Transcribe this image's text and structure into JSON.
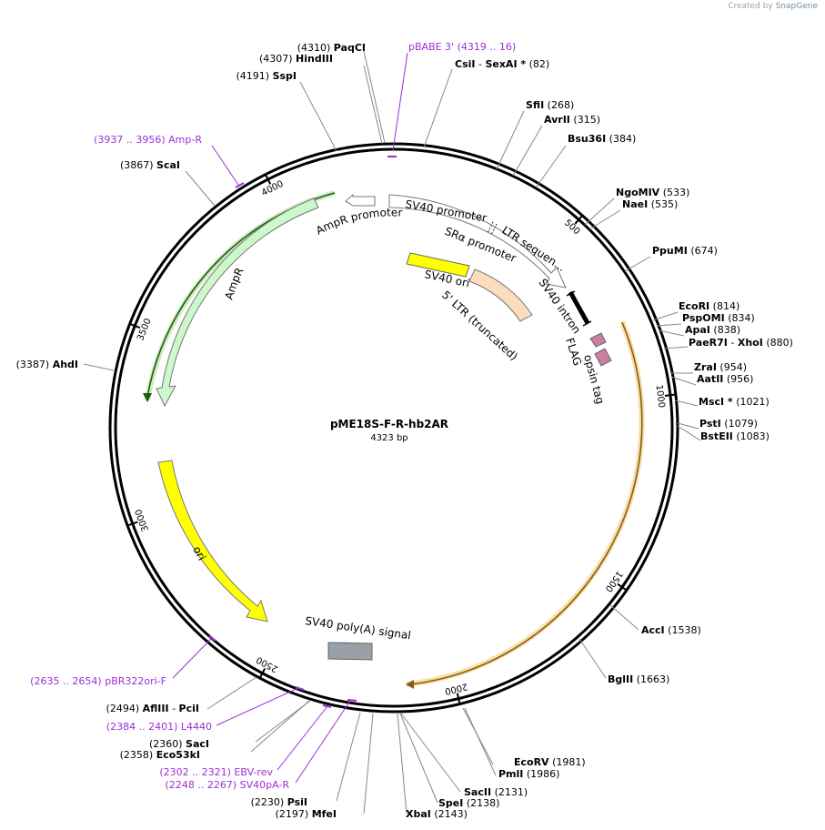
{
  "credit": {
    "prefix": "Created by",
    "brand": "SnapGene"
  },
  "plasmid": {
    "name": "pME18S-F-R-hb2AR",
    "length_label": "4323 bp",
    "length": 4323
  },
  "colors": {
    "primer": "#9b2fd6",
    "ampr": "#ccf8cc",
    "ori": "#ffff00",
    "ltr": "#fbdcbe",
    "polyA": "#99a0a8",
    "orange_feature": "#d98c1a",
    "green_feature": "#3a7a12",
    "tag": "#c87fa0"
  },
  "ticks": [
    {
      "label": "500",
      "pos": 500
    },
    {
      "label": "1000",
      "pos": 1000
    },
    {
      "label": "1500",
      "pos": 1500
    },
    {
      "label": "2000",
      "pos": 2000
    },
    {
      "label": "2500",
      "pos": 2500
    },
    {
      "label": "3000",
      "pos": 3000
    },
    {
      "label": "3500",
      "pos": 3500
    },
    {
      "label": "4000",
      "pos": 4000
    }
  ],
  "sites": [
    {
      "name": "PaqCI",
      "position": "(4310)",
      "layout": "posleft"
    },
    {
      "name": "HindIII",
      "position": "(4307)",
      "layout": "posleft"
    },
    {
      "name": "SspI",
      "position": "(4191)",
      "layout": "posleft"
    },
    {
      "name": "ScaI",
      "position": "(3867)",
      "layout": "posleft"
    },
    {
      "name": "AhdI",
      "position": "(3387)",
      "layout": "posleft"
    },
    {
      "name": "CsiI",
      "name2": "SexAI *",
      "position": "(82)",
      "layout": "pair"
    },
    {
      "name": "SfiI",
      "position": "(268)",
      "layout": "posright"
    },
    {
      "name": "AvrII",
      "position": "(315)",
      "layout": "posright"
    },
    {
      "name": "Bsu36I",
      "position": "(384)",
      "layout": "posright"
    },
    {
      "name": "NgoMIV",
      "position": "(533)",
      "layout": "posright"
    },
    {
      "name": "NaeI",
      "position": "(535)",
      "layout": "posright"
    },
    {
      "name": "PpuMI",
      "position": "(674)",
      "layout": "posright"
    },
    {
      "name": "EcoRI",
      "position": "(814)",
      "layout": "posright"
    },
    {
      "name": "PspOMI",
      "position": "(834)",
      "layout": "posright"
    },
    {
      "name": "ApaI",
      "position": "(838)",
      "layout": "posright"
    },
    {
      "name": "PaeR7I",
      "name2": "XhoI",
      "position": "(880)",
      "layout": "pair"
    },
    {
      "name": "ZraI",
      "position": "(954)",
      "layout": "posright"
    },
    {
      "name": "AatII",
      "position": "(956)",
      "layout": "posright"
    },
    {
      "name": "MscI *",
      "position": "(1021)",
      "layout": "posright"
    },
    {
      "name": "PstI",
      "position": "(1079)",
      "layout": "posright"
    },
    {
      "name": "BstEII",
      "position": "(1083)",
      "layout": "posright"
    },
    {
      "name": "AccI",
      "position": "(1538)",
      "layout": "posright"
    },
    {
      "name": "BglII",
      "position": "(1663)",
      "layout": "posright"
    },
    {
      "name": "EcoRV",
      "position": "(1981)",
      "layout": "posright"
    },
    {
      "name": "PmlI",
      "position": "(1986)",
      "layout": "posright"
    },
    {
      "name": "SacII",
      "position": "(2131)",
      "layout": "posright"
    },
    {
      "name": "SpeI",
      "position": "(2138)",
      "layout": "posright"
    },
    {
      "name": "XbaI",
      "position": "(2143)",
      "layout": "posright"
    },
    {
      "name": "MfeI",
      "position": "(2197)",
      "layout": "posleft"
    },
    {
      "name": "PsiI",
      "position": "(2230)",
      "layout": "posleft"
    },
    {
      "name": "Eco53kI",
      "position": "(2358)",
      "layout": "posleft"
    },
    {
      "name": "SacI",
      "position": "(2360)",
      "layout": "posleft"
    },
    {
      "name": "AflIII",
      "name2": "PciI",
      "position": "(2494)",
      "layout": "pairleft"
    }
  ],
  "primers": [
    {
      "name": "pBABE 3'",
      "position": "(4319 .. 16)"
    },
    {
      "name": "Amp-R",
      "position": "(3937 .. 3956)"
    },
    {
      "name": "pBR322ori-F",
      "position": "(2635 .. 2654)"
    },
    {
      "name": "L4440",
      "position": "(2384 .. 2401)"
    },
    {
      "name": "EBV-rev",
      "position": "(2302 .. 2321)"
    },
    {
      "name": "SV40pA-R",
      "position": "(2248 .. 2267)"
    }
  ],
  "features": [
    {
      "name": "AmpR"
    },
    {
      "name": "AmpR promoter"
    },
    {
      "name": "ori"
    },
    {
      "name": "SV40 poly(A) signal"
    },
    {
      "name": "SV40 promoter"
    },
    {
      "name": "LTR sequen..."
    },
    {
      "name": "SRα promoter"
    },
    {
      "name": "SV40 ori"
    },
    {
      "name": "5' LTR (truncated)"
    },
    {
      "name": "SV40 intron"
    },
    {
      "name": "FLAG"
    },
    {
      "name": "opsin tag"
    }
  ]
}
